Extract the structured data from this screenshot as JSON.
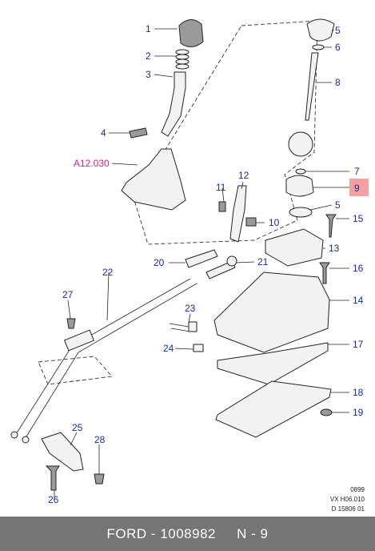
{
  "diagram": {
    "callouts": [
      "1",
      "2",
      "3",
      "4",
      "5",
      "6",
      "8",
      "7",
      "9",
      "5",
      "11",
      "12",
      "10",
      "15",
      "13",
      "20",
      "21",
      "16",
      "22",
      "14",
      "27",
      "23",
      "17",
      "24",
      "18",
      "19",
      "25",
      "28",
      "26"
    ],
    "highlight_color": "#f4a0a0",
    "reference_label": "A12.030",
    "notes": [
      "0899",
      "VX H06.010",
      "D 15806 01"
    ]
  },
  "footer": {
    "text": "FORD - 1008982     N - 9"
  },
  "colors": {
    "label": "#1a2a9c",
    "reference": "#d81b8c",
    "footer_bg": "#757575"
  }
}
